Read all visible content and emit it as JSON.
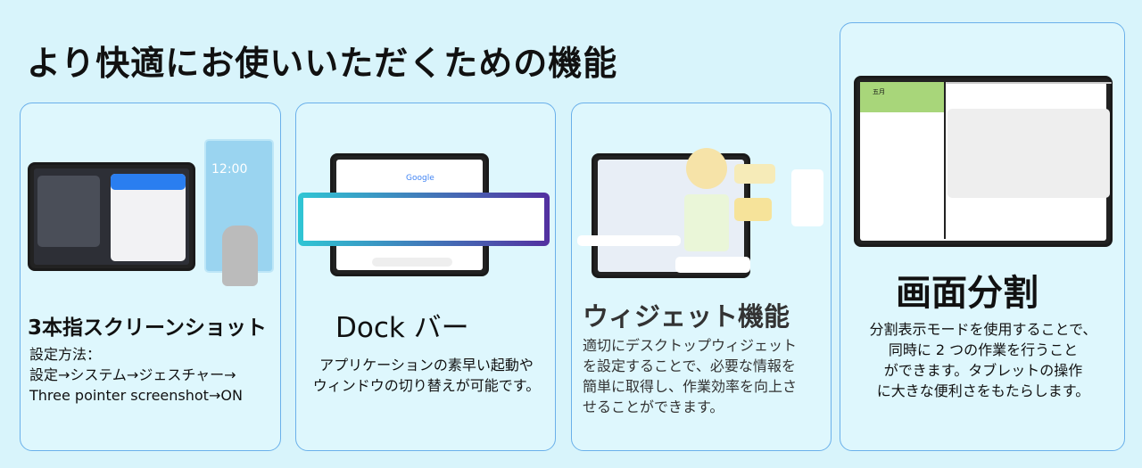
{
  "page": {
    "title": "より快適にお使いいただくための機能"
  },
  "features": [
    {
      "title": "3本指スクリーンショット",
      "lines": [
        "設定方法：",
        "設定→システム→ジェスチャー→",
        "Three pointer screenshot→ON"
      ],
      "screen_time": "12:00"
    },
    {
      "title": "Dock バー",
      "lines": [
        "アプリケーションの素早い起動や",
        "ウィンドウの切り替えが可能です。"
      ],
      "logo": "Google"
    },
    {
      "title": "ウィジェット機能",
      "lines": [
        "適切にデスクトップウィジェット",
        "を設定することで、必要な情報を",
        "簡単に取得し、作業効率を向上さ",
        "せることができます。"
      ]
    },
    {
      "title": "画面分割",
      "lines": [
        "分割表示モードを使用することで、",
        "同時に 2 つの作業を行うこと",
        "ができます。タブレットの操作",
        "に大きな便利さをもたらします。"
      ],
      "calendar_label": "五月"
    }
  ]
}
